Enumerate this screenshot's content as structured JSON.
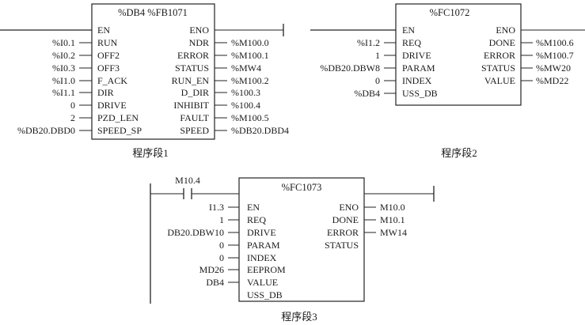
{
  "segments": [
    {
      "caption": "程序段1",
      "title": "%DB4  %FB1071",
      "inputs": [
        {
          "pin": "EN",
          "param": ""
        },
        {
          "pin": "RUN",
          "param": "%I0.1"
        },
        {
          "pin": "OFF2",
          "param": "%I0.2"
        },
        {
          "pin": "OFF3",
          "param": "%I0.3"
        },
        {
          "pin": "F_ACK",
          "param": "%I1.0"
        },
        {
          "pin": "DIR",
          "param": "%I1.1"
        },
        {
          "pin": "DRIVE",
          "param": "0"
        },
        {
          "pin": "PZD_LEN",
          "param": "2"
        },
        {
          "pin": "SPEED_SP",
          "param": "%DB20.DBD0"
        }
      ],
      "outputs": [
        {
          "pin": "ENO",
          "param": ""
        },
        {
          "pin": "NDR",
          "param": "%M100.0"
        },
        {
          "pin": "ERROR",
          "param": "%M100.1"
        },
        {
          "pin": "STATUS",
          "param": "%MW4"
        },
        {
          "pin": "RUN_EN",
          "param": "%M100.2"
        },
        {
          "pin": "D_DIR",
          "param": "%100.3"
        },
        {
          "pin": "INHIBIT",
          "param": "%100.4"
        },
        {
          "pin": "FAULT",
          "param": "%M100.5"
        },
        {
          "pin": "SPEED",
          "param": "%DB20.DBD4"
        }
      ]
    },
    {
      "caption": "程序段2",
      "title": "%FC1072",
      "inputs": [
        {
          "pin": "EN",
          "param": ""
        },
        {
          "pin": "REQ",
          "param": "%I1.2"
        },
        {
          "pin": "DRIVE",
          "param": "1"
        },
        {
          "pin": "PARAM",
          "param": "%DB20.DBW8"
        },
        {
          "pin": "INDEX",
          "param": "0"
        },
        {
          "pin": "USS_DB",
          "param": "%DB4"
        }
      ],
      "outputs": [
        {
          "pin": "ENO",
          "param": ""
        },
        {
          "pin": "DONE",
          "param": "%M100.6"
        },
        {
          "pin": "ERROR",
          "param": "%M100.7"
        },
        {
          "pin": "STATUS",
          "param": "%MW20"
        },
        {
          "pin": "VALUE",
          "param": "%MD22"
        }
      ]
    },
    {
      "caption": "程序段3",
      "title": "%FC1073",
      "contact": "M10.4",
      "inputs": [
        {
          "pin": "EN",
          "param": "I1.3"
        },
        {
          "pin": "REQ",
          "param": "1"
        },
        {
          "pin": "DRIVE",
          "param": "DB20.DBW10"
        },
        {
          "pin": "PARAM",
          "param": "0"
        },
        {
          "pin": "INDEX",
          "param": "0"
        },
        {
          "pin": "EEPROM",
          "param": "MD26"
        },
        {
          "pin": "VALUE",
          "param": "DB4"
        },
        {
          "pin": "USS_DB",
          "param": ""
        }
      ],
      "outputs": [
        {
          "pin": "ENO",
          "param": "M10.0"
        },
        {
          "pin": "DONE",
          "param": "M10.1"
        },
        {
          "pin": "ERROR",
          "param": "MW14"
        },
        {
          "pin": "STATUS",
          "param": ""
        }
      ]
    }
  ]
}
